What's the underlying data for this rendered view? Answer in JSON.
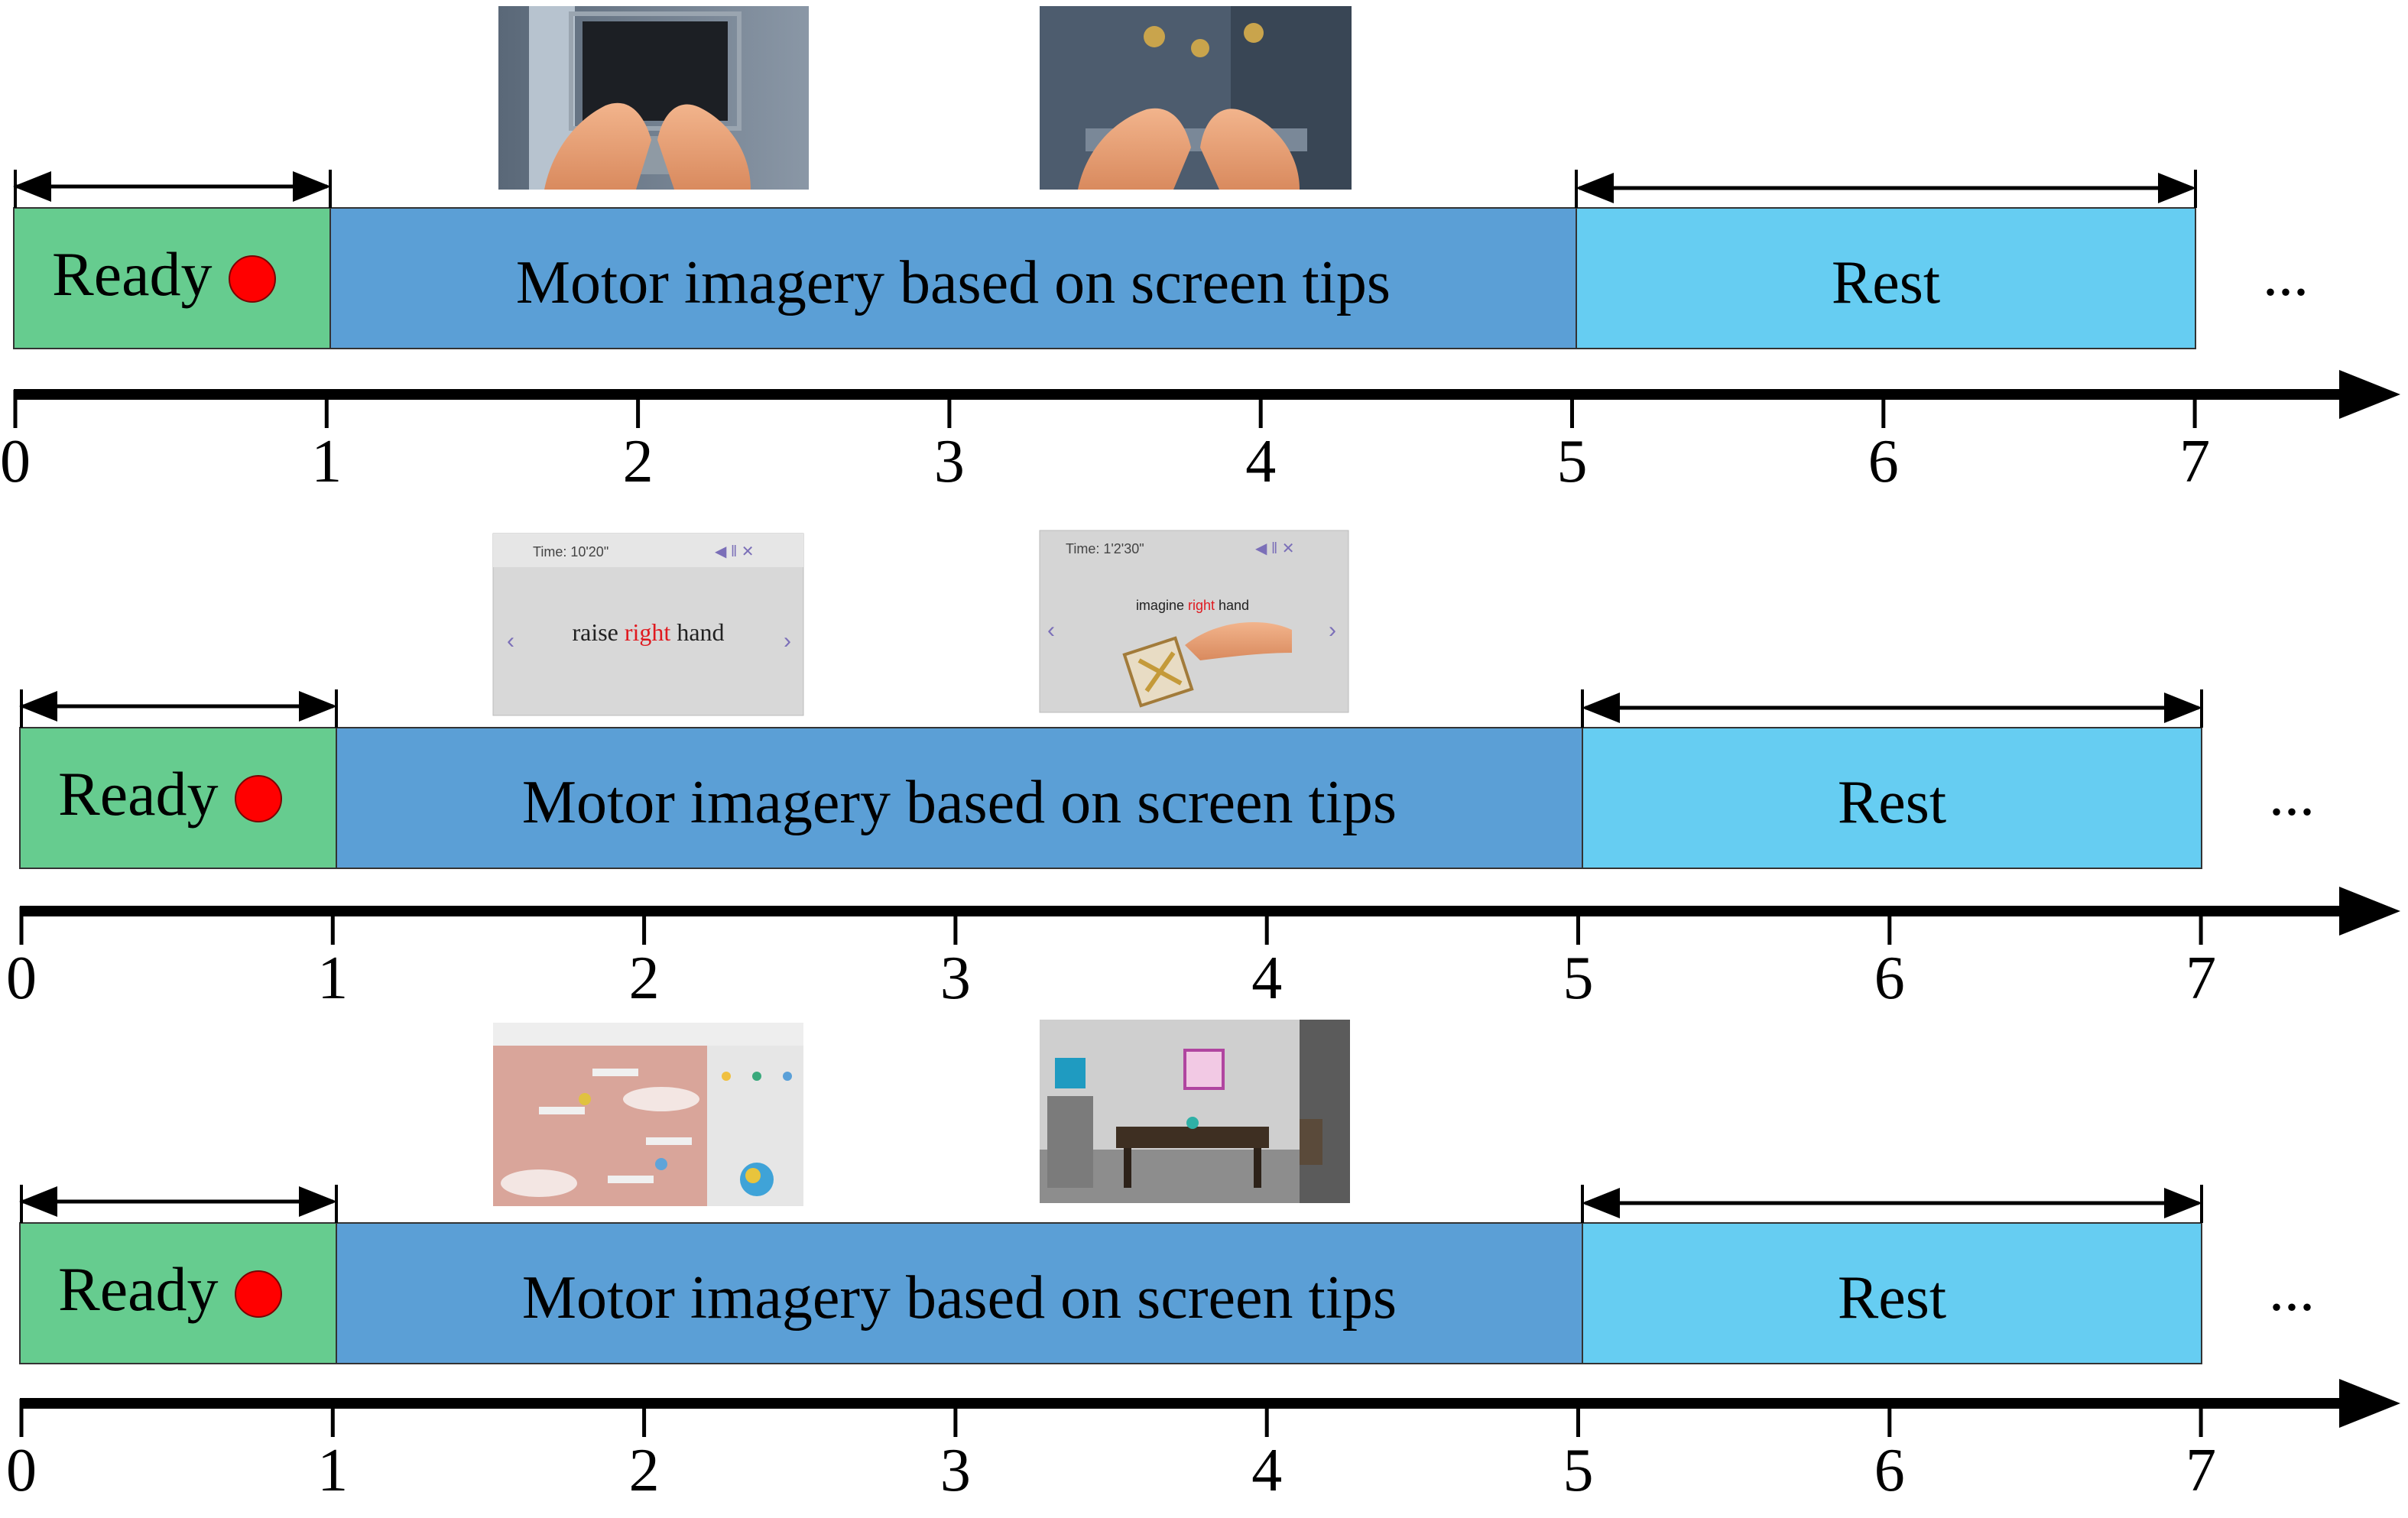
{
  "colors": {
    "ready": "#66cc8f",
    "motor": "#5b9fd6",
    "rest": "#66cdf2",
    "dot": "#ff0000",
    "axis": "#000000"
  },
  "tick_labels": [
    "0",
    "1",
    "2",
    "3",
    "4",
    "5",
    "6",
    "7"
  ],
  "rows": [
    {
      "ready_label": "Ready",
      "motor_label": "Motor imagery based on screen tips",
      "rest_label": "Rest",
      "continuation": "...",
      "thumb_left": {
        "kind": "vr-hands-keyboard"
      },
      "thumb_right": {
        "kind": "vr-hands-table"
      }
    },
    {
      "ready_label": "Ready",
      "motor_label": "Motor imagery based on screen tips",
      "rest_label": "Rest",
      "continuation": "...",
      "thumb_left": {
        "kind": "text-cue",
        "timer": "Time: 10'20\"",
        "cue_prefix": "raise ",
        "cue_highlight": "right",
        "cue_suffix": " hand",
        "highlight_color": "#e0191f"
      },
      "thumb_right": {
        "kind": "image-cue",
        "timer": "Time: 1'2'30\"",
        "cue_prefix": "imagine ",
        "cue_highlight": "right",
        "cue_suffix": " hand",
        "highlight_color": "#e0191f"
      }
    },
    {
      "ready_label": "Ready",
      "motor_label": "Motor imagery based on screen tips",
      "rest_label": "Rest",
      "continuation": "...",
      "thumb_left": {
        "kind": "game-screen"
      },
      "thumb_right": {
        "kind": "3d-room"
      }
    }
  ]
}
